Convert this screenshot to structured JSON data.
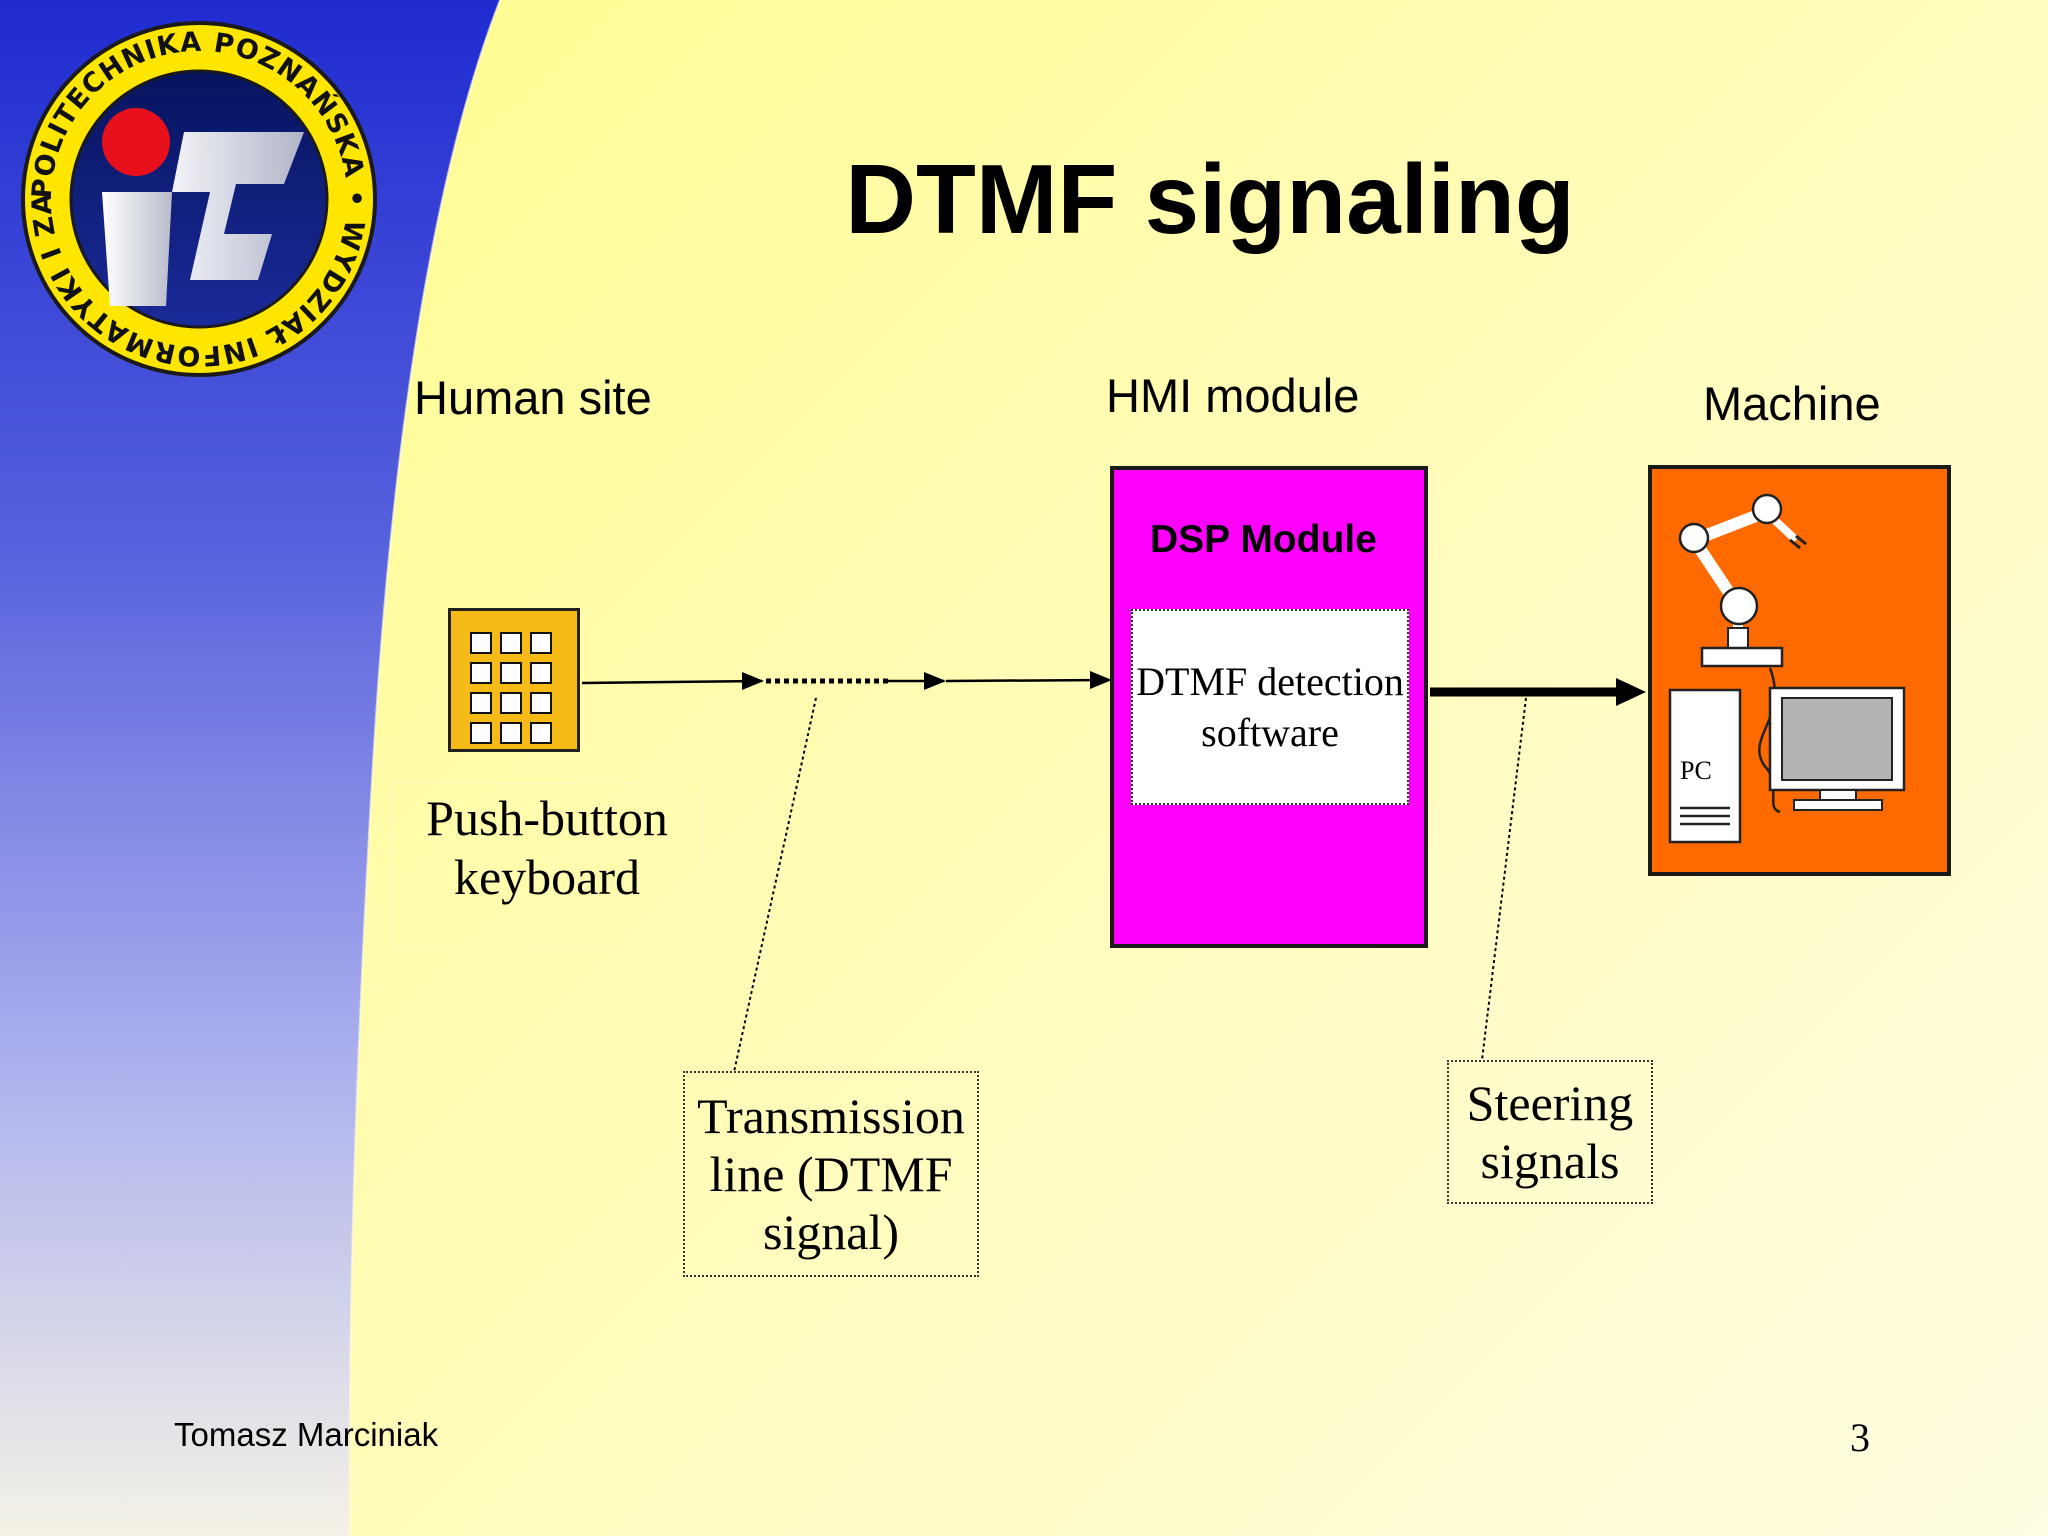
{
  "slide": {
    "title": "DTMF signaling",
    "footer_author": "Tomasz Marciniak",
    "page_number": "3"
  },
  "logo": {
    "ring_text": "POLITECHNIKA POZNAŃSKA • WYDZIAŁ INFORMATYKI I ZARZĄDZANIA",
    "colors": {
      "ring": "#ffe600",
      "inner": "#0a1a7a",
      "dot": "#e8101a"
    }
  },
  "diagram": {
    "sections": {
      "human": "Human site",
      "hmi": "HMI module",
      "machine": "Machine"
    },
    "keyboard_label": "Push-button keyboard",
    "dsp": {
      "label": "DSP Module",
      "software": "DTMF detection software",
      "color": "#ff00ff"
    },
    "machine": {
      "pc_label": "PC",
      "color": "#ff6a00"
    },
    "callouts": {
      "transmission": "Transmission line (DTMF signal)",
      "steering": "Steering signals"
    }
  }
}
